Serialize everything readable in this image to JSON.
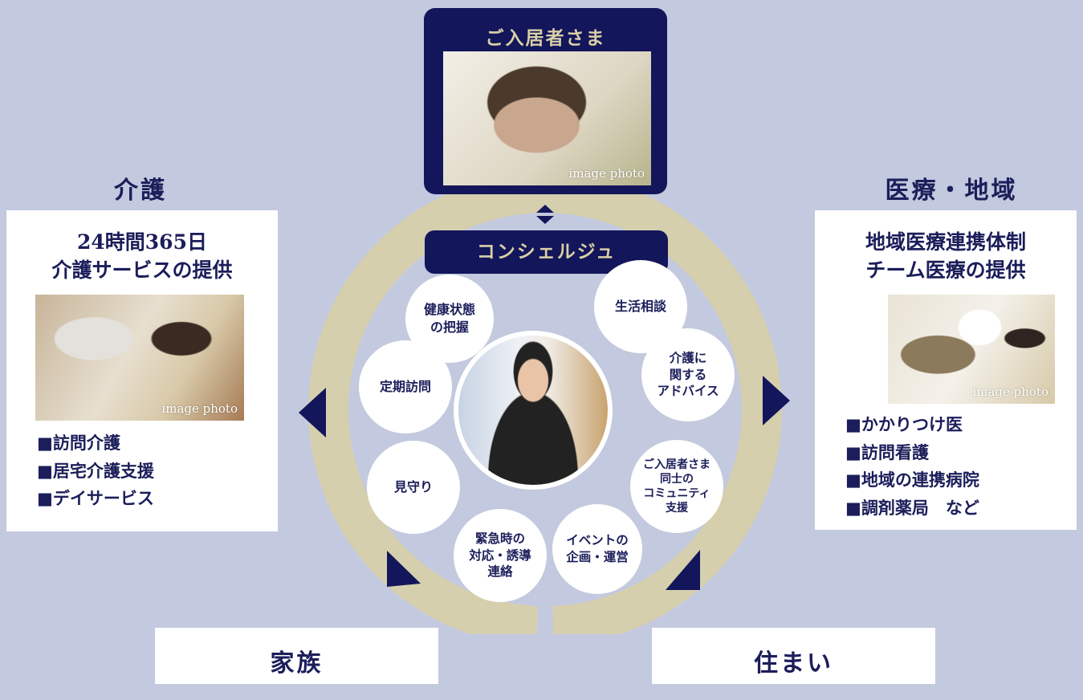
{
  "resident": {
    "title": "ご入居者さま",
    "caption": "image photo"
  },
  "concierge": {
    "title": "コンシェルジュ"
  },
  "services": [
    {
      "label": "健康状態\nの把握"
    },
    {
      "label": "生活相談"
    },
    {
      "label": "定期訪問"
    },
    {
      "label": "介護に\n関する\nアドバイス"
    },
    {
      "label": "見守り"
    },
    {
      "label": "ご入居者さま\n同士の\nコミュニティ\n支援"
    },
    {
      "label": "緊急時の\n対応・誘導\n連絡"
    },
    {
      "label": "イベントの\n企画・運営"
    }
  ],
  "care": {
    "heading": "介護",
    "title_line1": "24時間365日",
    "title_line2": "介護サービスの提供",
    "caption": "image photo",
    "items": [
      "■訪問介護",
      "■居宅介護支援",
      "■デイサービス"
    ]
  },
  "medical": {
    "heading": "医療・地域",
    "title_line1": "地域医療連携体制",
    "title_line2": "チーム医療の提供",
    "caption": "image photo",
    "items": [
      "■かかりつけ医",
      "■訪問看護",
      "■地域の連携病院",
      "■調剤薬局　など"
    ]
  },
  "family": {
    "label": "家族"
  },
  "housing": {
    "label": "住まい"
  },
  "colors": {
    "navy": "#13165a",
    "ring": "#d6cfae",
    "background": "#c3c9de"
  }
}
